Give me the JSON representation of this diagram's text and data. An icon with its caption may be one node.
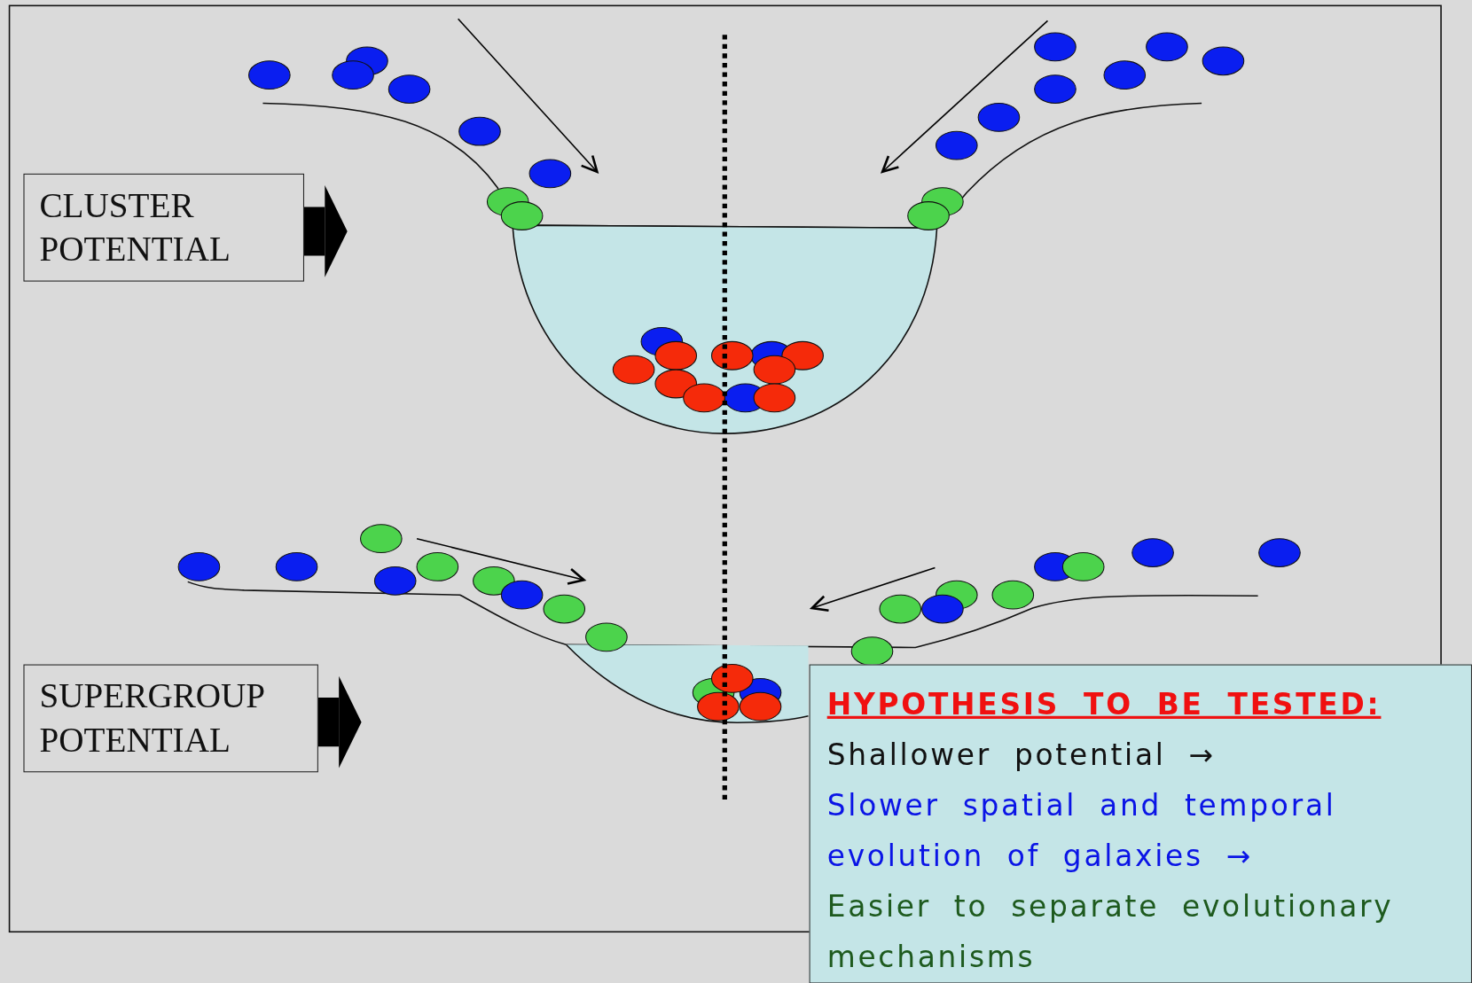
{
  "diagram": {
    "nodes": [
      {
        "text": [
          "CLUSTER POTENTIAL"
        ]
      },
      {
        "text": [],
        "shape": "picture"
      },
      {
        "text": [
          "SUPERGROUP POTENTIAL"
        ]
      },
      {
        "text": [],
        "shape": "picture"
      },
      {
        "text": [
          "HYPOTHESIS TO BE TESTED:",
          "Shallower potential →",
          "Slower spatial and temporal evolution of galaxies →",
          "Easier to separate evolutionary mechanisms"
        ]
      }
    ],
    "edges": [
      {
        "from": 0,
        "to": 1,
        "arrow": "to"
      },
      {
        "from": 2,
        "to": 3,
        "arrow": "to"
      }
    ]
  }
}
